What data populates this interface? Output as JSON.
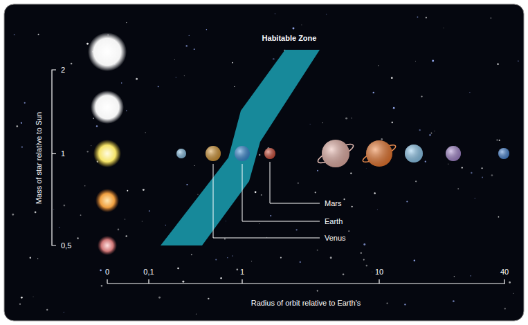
{
  "diagram": {
    "labels": [
      "Habitable Zone",
      "Mass of star relative to Sun",
      "2",
      "1",
      "0,5",
      "0",
      "0,1",
      "1",
      "10",
      "40",
      "Radius of orbit relative to Earth's",
      "Mars",
      "Earth",
      "Venus"
    ]
  }
}
